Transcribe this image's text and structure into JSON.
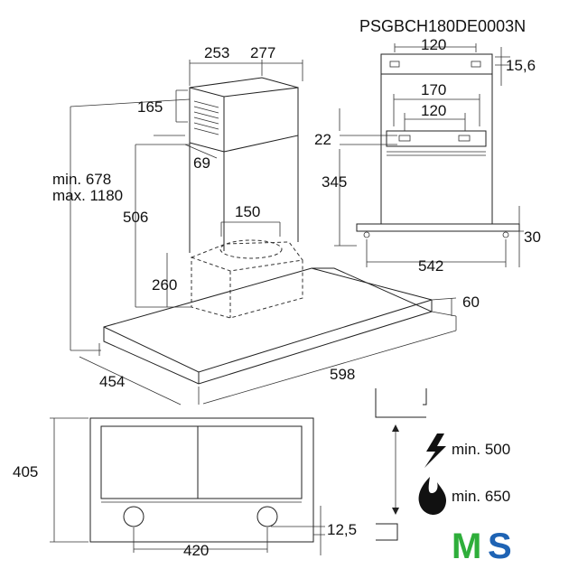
{
  "model_code": "PSGBCH180DE0003N",
  "dimensions": {
    "d253": "253",
    "d277": "277",
    "d165": "165",
    "d69": "69",
    "min_height": "min. 678",
    "max_height": "max. 1180",
    "d506": "506",
    "d150": "150",
    "d260": "260",
    "d60": "60",
    "d454": "454",
    "d598": "598",
    "d120_top": "120",
    "d15_6": "15,6",
    "d170": "170",
    "d120_mid": "120",
    "d22": "22",
    "d345": "345",
    "d30": "30",
    "d542": "542",
    "d405": "405",
    "d420": "420",
    "d12_5": "12,5"
  },
  "clearances": {
    "electric": "min. 500",
    "gas": "min. 650"
  },
  "icons": {
    "electric": "lightning-icon",
    "gas": "flame-icon"
  },
  "logo": {
    "letter_m": "M",
    "letter_s": "S",
    "color_m": "#2eae3a",
    "color_s": "#1e63b4"
  }
}
